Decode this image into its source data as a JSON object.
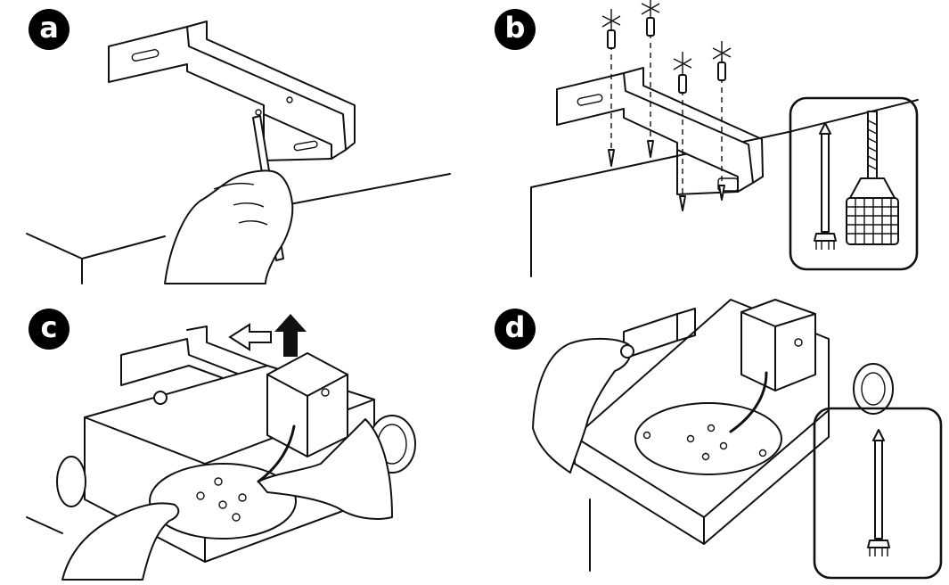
{
  "steps": [
    {
      "label": "a"
    },
    {
      "label": "b"
    },
    {
      "label": "c"
    },
    {
      "label": "d"
    }
  ],
  "icons": {
    "pencil": "pencil-icon",
    "screwdriver": "screwdriver-icon",
    "drill": "drill-bit-icon",
    "arrow_up": "arrow-up-icon",
    "arrow_left": "arrow-left-icon"
  },
  "colors": {
    "ink": "#111111",
    "badge_bg": "#000000",
    "badge_fg": "#ffffff",
    "paper": "#ffffff"
  }
}
